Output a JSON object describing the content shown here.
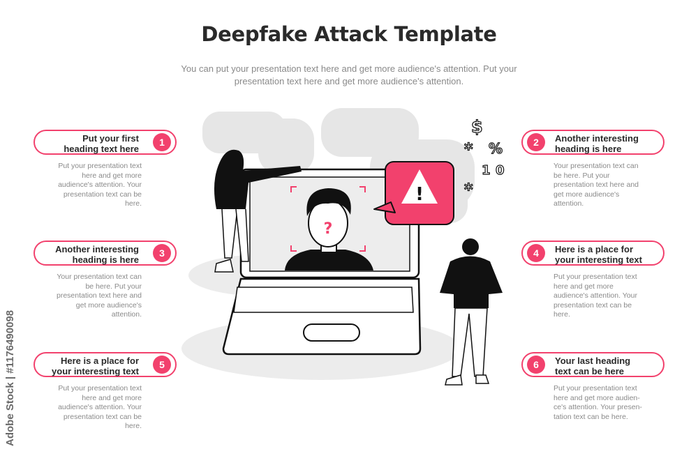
{
  "title": "Deepfake Attack Template",
  "subtitle": "You can put your presentation text here and get more audience's attention. Put your presentation text here and get more audience's attention.",
  "items": [
    {
      "num": "1",
      "heading_1": "Put your first",
      "heading_2": "heading text here",
      "body": "Put your presentation text here and get more audience's attention. Your presentation text can be here."
    },
    {
      "num": "2",
      "heading_1": "Another interesting",
      "heading_2": "heading is here",
      "body": "Your presentation text can be here. Put your presentation text here and get more audience's attention."
    },
    {
      "num": "3",
      "heading_1": "Another interesting",
      "heading_2": "heading is here",
      "body": "Your presentation text can be here. Put your presentation text here and get more audience's attention."
    },
    {
      "num": "4",
      "heading_1": "Here is a place for",
      "heading_2": "your interesting text",
      "body": "Put your presentation text here and get more audience's attention. Your presentation text can be here."
    },
    {
      "num": "5",
      "heading_1": "Here is a place for",
      "heading_2": "your interesting text",
      "body": "Put your presentation text here and get more audience's attention. Your presentation text can be here."
    },
    {
      "num": "6",
      "heading_1": "Your last heading",
      "heading_2": "text can be here",
      "body": "Put your presentation text here and get more audien-ce's attention. Your presen-tation text can be here."
    }
  ],
  "illustration": {
    "face_mark": "?",
    "alert_mark": "!",
    "symbols": [
      "$",
      "%",
      "1",
      "0",
      "*",
      "*"
    ]
  },
  "watermark": "Adobe Stock | #1176490098",
  "colors": {
    "accent": "#f2416d",
    "text": "#2a2a2a",
    "muted": "#8a8a8a"
  }
}
